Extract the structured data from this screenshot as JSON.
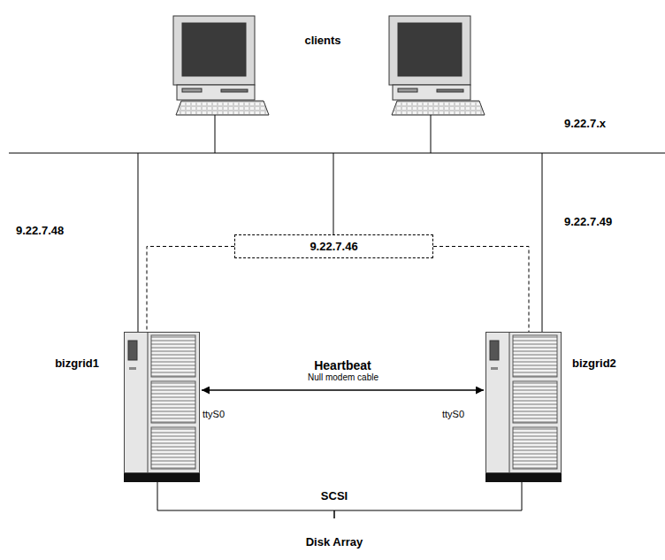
{
  "diagram": {
    "nodes": [
      {
        "text": [
          "9.22.7.46"
        ]
      },
      {
        "text": [
          "bizgrid1"
        ]
      },
      {
        "text": [
          "bizgrid2"
        ]
      },
      {
        "text": [
          "Disk Array"
        ]
      }
    ],
    "edges": [
      {
        "from": 0,
        "to": 1,
        "arrow": "none"
      },
      {
        "from": 0,
        "to": 2,
        "arrow": "none"
      },
      {
        "from": 1,
        "to": 2,
        "arrow": "both",
        "label": "Heartbeat"
      },
      {
        "from": 1,
        "to": 3,
        "arrow": "none"
      },
      {
        "from": 2,
        "to": 3,
        "arrow": "none"
      }
    ],
    "labels": [
      "clients",
      "9.22.7.x",
      "9.22.7.48",
      "9.22.7.49",
      "ttyS0",
      "ttyS0",
      "Null modem cable",
      "SCSI"
    ]
  }
}
